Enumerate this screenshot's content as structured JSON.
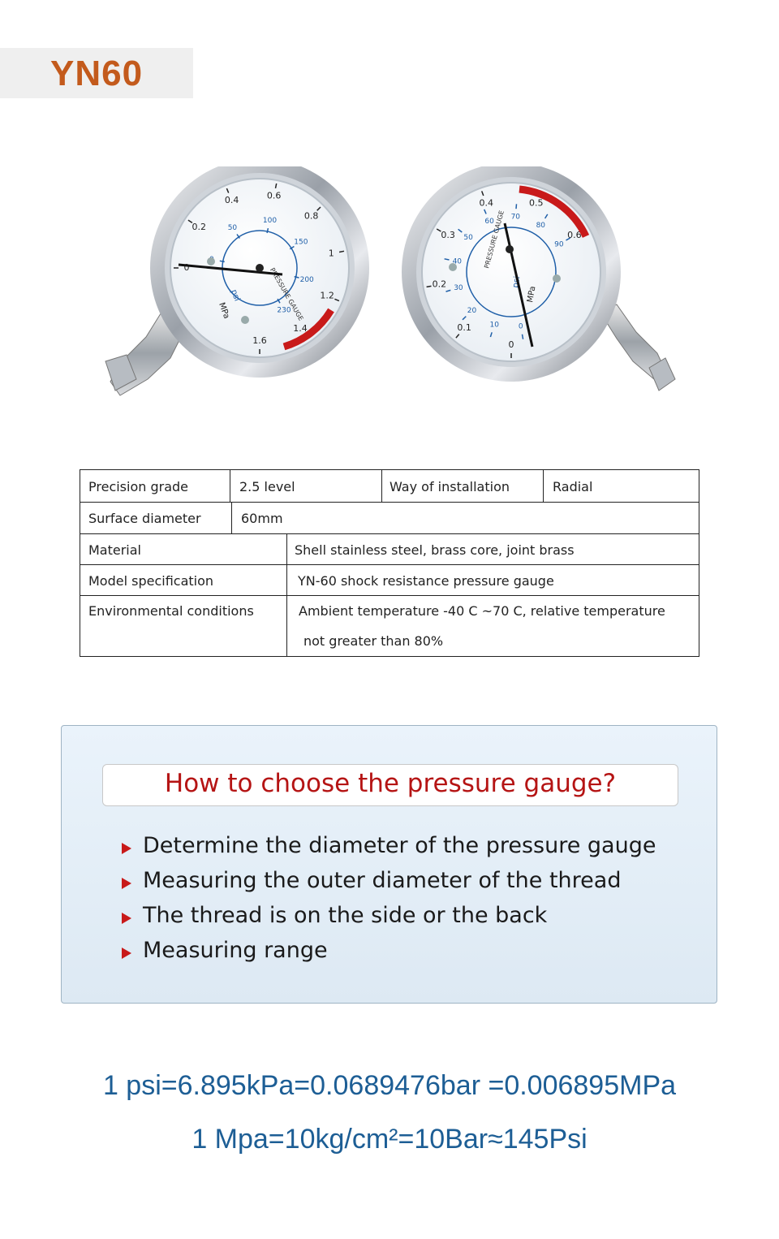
{
  "header": {
    "title": "YN60"
  },
  "gauges": {
    "left": {
      "outer_ticks": [
        "0",
        "0.2",
        "0.4",
        "0.6",
        "0.8",
        "1",
        "1.2",
        "1.4",
        "1.6"
      ],
      "inner_ticks": [
        "0",
        "50",
        "100",
        "150",
        "200",
        "230"
      ],
      "face_text": "PRESSURE GAUGE",
      "unit_outer": "MPa",
      "unit_inner": "psi"
    },
    "right": {
      "outer_ticks": [
        "0",
        "0.1",
        "0.2",
        "0.3",
        "0.4",
        "0.5",
        "0.6"
      ],
      "inner_ticks": [
        "0",
        "10",
        "20",
        "30",
        "40",
        "50",
        "60",
        "70",
        "80",
        "90"
      ],
      "face_text": "PRESSURE GAUGE",
      "unit_outer": "MPa",
      "unit_inner": "psi"
    }
  },
  "specs": {
    "row1": {
      "label1": "Precision grade",
      "value1": "2.5 level",
      "label2": "Way of installation",
      "value2": "Radial"
    },
    "row2": {
      "label": "Surface diameter",
      "value": "60mm"
    },
    "row3": {
      "label": "Material",
      "value": "Shell stainless steel, brass core, joint brass"
    },
    "row4": {
      "label": "Model specification",
      "value": "YN-60 shock resistance pressure gauge"
    },
    "row5": {
      "label": "Environmental conditions",
      "value_line1": "Ambient temperature -40 C ~70 C, relative temperature",
      "value_line2": "not greater than 80%"
    }
  },
  "choose": {
    "title": "How to choose the pressure gauge?",
    "items": [
      "Determine the diameter of the pressure gauge",
      "Measuring the outer diameter of the thread",
      "The thread is on the side or the back",
      "Measuring range"
    ]
  },
  "conversions": {
    "line1": "1 psi=6.895kPa=0.0689476bar =0.006895MPa",
    "line2": "1 Mpa=10kg/cm²=10Bar≈145Psi"
  },
  "colors": {
    "title": "#c35a1c",
    "red": "#c81a1a",
    "blue": "#1d5e95",
    "scale_blue": "#1f5fa8"
  }
}
